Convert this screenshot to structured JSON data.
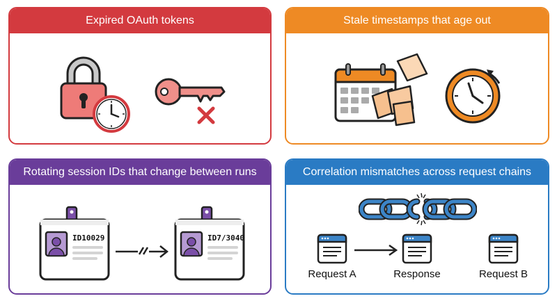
{
  "panels": {
    "oauth": {
      "title": "Expired OAuth tokens",
      "icons": [
        "padlock-icon",
        "clock-icon",
        "key-icon",
        "x-mark-icon"
      ],
      "color": "#d33a3f"
    },
    "timestamps": {
      "title": "Stale timestamps that age out",
      "icons": [
        "calendar-icon",
        "falling-pages-icon",
        "clock-rewind-icon"
      ],
      "color": "#ee8a24"
    },
    "session": {
      "title": "Rotating session IDs that change between runs",
      "color": "#6a3d9a",
      "badge_a": {
        "id": "ID10029"
      },
      "badge_b": {
        "id": "ID7/3040"
      },
      "icons": [
        "id-badge-icon",
        "broken-arrow-icon"
      ]
    },
    "correlation": {
      "title": "Correlation mismatches across request chains",
      "color": "#2a7bc4",
      "nodes": [
        "Request A",
        "Response",
        "Request B"
      ],
      "icons": [
        "broken-chain-icon",
        "window-icon",
        "arrow-right-icon"
      ]
    }
  }
}
